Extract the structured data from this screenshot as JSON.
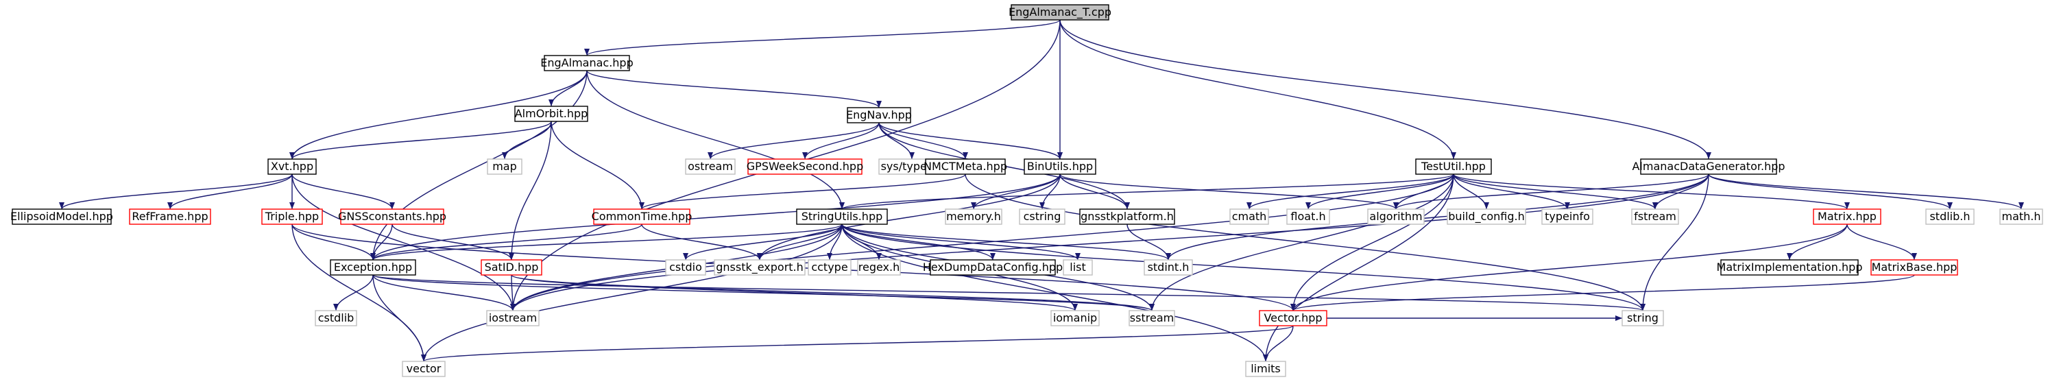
{
  "colors": {
    "edge": "#191970",
    "root_fill": "#bfbfbf",
    "normal_border": "#000000",
    "link_border": "#ff0000",
    "external_border": "#bfbfbf",
    "background": "#ffffff"
  },
  "nodes": {
    "engalmanac_t_cpp": {
      "label": "EngAlmanac_T.cpp",
      "kind": "root"
    },
    "engalmanac_hpp": {
      "label": "EngAlmanac.hpp",
      "kind": "normal"
    },
    "almorbit_hpp": {
      "label": "AlmOrbit.hpp",
      "kind": "normal"
    },
    "engnav_hpp": {
      "label": "EngNav.hpp",
      "kind": "normal"
    },
    "xvt_hpp": {
      "label": "Xvt.hpp",
      "kind": "normal"
    },
    "map": {
      "label": "map",
      "kind": "external"
    },
    "ostream": {
      "label": "ostream",
      "kind": "external"
    },
    "gpsweeksecond_hpp": {
      "label": "GPSWeekSecond.hpp",
      "kind": "link"
    },
    "sys_types_h": {
      "label": "sys/types.h",
      "kind": "external"
    },
    "nmctmeta_hpp": {
      "label": "NMCTMeta.hpp",
      "kind": "normal"
    },
    "binutils_hpp": {
      "label": "BinUtils.hpp",
      "kind": "normal"
    },
    "testutil_hpp": {
      "label": "TestUtil.hpp",
      "kind": "normal"
    },
    "almanacdatagenerator_hpp": {
      "label": "AlmanacDataGenerator.hpp",
      "kind": "normal"
    },
    "ellipsoidmodel_hpp": {
      "label": "EllipsoidModel.hpp",
      "kind": "normal"
    },
    "refframe_hpp": {
      "label": "RefFrame.hpp",
      "kind": "link"
    },
    "triple_hpp": {
      "label": "Triple.hpp",
      "kind": "link"
    },
    "gnssconstants_hpp": {
      "label": "GNSSconstants.hpp",
      "kind": "link"
    },
    "commontime_hpp": {
      "label": "CommonTime.hpp",
      "kind": "link"
    },
    "stringutils_hpp": {
      "label": "StringUtils.hpp",
      "kind": "normal"
    },
    "memory_h": {
      "label": "memory.h",
      "kind": "external"
    },
    "cstring": {
      "label": "cstring",
      "kind": "external"
    },
    "gnsstkplatform_h": {
      "label": "gnsstkplatform.h",
      "kind": "normal"
    },
    "cmath": {
      "label": "cmath",
      "kind": "external"
    },
    "float_h": {
      "label": "float.h",
      "kind": "external"
    },
    "algorithm": {
      "label": "algorithm",
      "kind": "external"
    },
    "build_config_h": {
      "label": "build_config.h",
      "kind": "external"
    },
    "typeinfo": {
      "label": "typeinfo",
      "kind": "external"
    },
    "fstream": {
      "label": "fstream",
      "kind": "external"
    },
    "matrix_hpp": {
      "label": "Matrix.hpp",
      "kind": "link"
    },
    "stdlib_h": {
      "label": "stdlib.h",
      "kind": "external"
    },
    "math_h": {
      "label": "math.h",
      "kind": "external"
    },
    "exception_hpp": {
      "label": "Exception.hpp",
      "kind": "normal"
    },
    "satid_hpp": {
      "label": "SatID.hpp",
      "kind": "link"
    },
    "cstdio": {
      "label": "cstdio",
      "kind": "external"
    },
    "gnsstk_export_h": {
      "label": "gnsstk_export.h",
      "kind": "external"
    },
    "cctype": {
      "label": "cctype",
      "kind": "external"
    },
    "regex_h": {
      "label": "regex.h",
      "kind": "external"
    },
    "hexdumpdataconfig_hpp": {
      "label": "HexDumpDataConfig.hpp",
      "kind": "normal"
    },
    "list": {
      "label": "list",
      "kind": "external"
    },
    "stdint_h": {
      "label": "stdint.h",
      "kind": "external"
    },
    "matriximplementation_hpp": {
      "label": "MatrixImplementation.hpp",
      "kind": "normal"
    },
    "matrixbase_hpp": {
      "label": "MatrixBase.hpp",
      "kind": "link"
    },
    "cstdlib": {
      "label": "cstdlib",
      "kind": "external"
    },
    "iostream": {
      "label": "iostream",
      "kind": "external"
    },
    "iomanip": {
      "label": "iomanip",
      "kind": "external"
    },
    "sstream": {
      "label": "sstream",
      "kind": "external"
    },
    "vector_hpp": {
      "label": "Vector.hpp",
      "kind": "link"
    },
    "string": {
      "label": "string",
      "kind": "external"
    },
    "vector": {
      "label": "vector",
      "kind": "external"
    },
    "limits": {
      "label": "limits",
      "kind": "external"
    }
  },
  "edges": [
    [
      "engalmanac_t_cpp",
      "engalmanac_hpp"
    ],
    [
      "engalmanac_t_cpp",
      "binutils_hpp"
    ],
    [
      "engalmanac_t_cpp",
      "testutil_hpp"
    ],
    [
      "engalmanac_t_cpp",
      "almanacdatagenerator_hpp"
    ],
    [
      "engalmanac_t_cpp",
      "iostream"
    ],
    [
      "engalmanac_hpp",
      "almorbit_hpp"
    ],
    [
      "engalmanac_hpp",
      "engnav_hpp"
    ],
    [
      "engalmanac_hpp",
      "xvt_hpp"
    ],
    [
      "engalmanac_hpp",
      "exception_hpp"
    ],
    [
      "engalmanac_hpp",
      "stringutils_hpp"
    ],
    [
      "almorbit_hpp",
      "xvt_hpp"
    ],
    [
      "almorbit_hpp",
      "map"
    ],
    [
      "almorbit_hpp",
      "commontime_hpp"
    ],
    [
      "almorbit_hpp",
      "satid_hpp"
    ],
    [
      "engnav_hpp",
      "ostream"
    ],
    [
      "engnav_hpp",
      "gpsweeksecond_hpp"
    ],
    [
      "engnav_hpp",
      "sys_types_h"
    ],
    [
      "engnav_hpp",
      "nmctmeta_hpp"
    ],
    [
      "engnav_hpp",
      "binutils_hpp"
    ],
    [
      "engnav_hpp",
      "gnsstkplatform_h"
    ],
    [
      "xvt_hpp",
      "ellipsoidmodel_hpp"
    ],
    [
      "xvt_hpp",
      "refframe_hpp"
    ],
    [
      "xvt_hpp",
      "triple_hpp"
    ],
    [
      "xvt_hpp",
      "gnssconstants_hpp"
    ],
    [
      "xvt_hpp",
      "iostream"
    ],
    [
      "nmctmeta_hpp",
      "commontime_hpp"
    ],
    [
      "nmctmeta_hpp",
      "string"
    ],
    [
      "binutils_hpp",
      "memory_h"
    ],
    [
      "binutils_hpp",
      "cstring"
    ],
    [
      "binutils_hpp",
      "gnsstkplatform_h"
    ],
    [
      "binutils_hpp",
      "algorithm"
    ],
    [
      "binutils_hpp",
      "exception_hpp"
    ],
    [
      "binutils_hpp",
      "gnsstk_export_h"
    ],
    [
      "testutil_hpp",
      "stringutils_hpp"
    ],
    [
      "testutil_hpp",
      "cmath"
    ],
    [
      "testutil_hpp",
      "float_h"
    ],
    [
      "testutil_hpp",
      "algorithm"
    ],
    [
      "testutil_hpp",
      "build_config_h"
    ],
    [
      "testutil_hpp",
      "typeinfo"
    ],
    [
      "testutil_hpp",
      "fstream"
    ],
    [
      "testutil_hpp",
      "matrix_hpp"
    ],
    [
      "testutil_hpp",
      "iostream"
    ],
    [
      "testutil_hpp",
      "sstream"
    ],
    [
      "testutil_hpp",
      "vector_hpp"
    ],
    [
      "testutil_hpp",
      "limits"
    ],
    [
      "almanacdatagenerator_hpp",
      "algorithm"
    ],
    [
      "almanacdatagenerator_hpp",
      "fstream"
    ],
    [
      "almanacdatagenerator_hpp",
      "stdlib_h"
    ],
    [
      "almanacdatagenerator_hpp",
      "math_h"
    ],
    [
      "almanacdatagenerator_hpp",
      "stdint_h"
    ],
    [
      "almanacdatagenerator_hpp",
      "iostream"
    ],
    [
      "almanacdatagenerator_hpp",
      "string"
    ],
    [
      "triple_hpp",
      "exception_hpp"
    ],
    [
      "triple_hpp",
      "vector"
    ],
    [
      "triple_hpp",
      "vector_hpp"
    ],
    [
      "gnssconstants_hpp",
      "exception_hpp"
    ],
    [
      "gnssconstants_hpp",
      "satid_hpp"
    ],
    [
      "commontime_hpp",
      "exception_hpp"
    ],
    [
      "commontime_hpp",
      "gnsstk_export_h"
    ],
    [
      "stringutils_hpp",
      "exception_hpp"
    ],
    [
      "stringutils_hpp",
      "cstdio"
    ],
    [
      "stringutils_hpp",
      "gnsstk_export_h"
    ],
    [
      "stringutils_hpp",
      "cctype"
    ],
    [
      "stringutils_hpp",
      "regex_h"
    ],
    [
      "stringutils_hpp",
      "hexdumpdataconfig_hpp"
    ],
    [
      "stringutils_hpp",
      "list"
    ],
    [
      "stringutils_hpp",
      "stdint_h"
    ],
    [
      "stringutils_hpp",
      "iostream"
    ],
    [
      "stringutils_hpp",
      "iomanip"
    ],
    [
      "stringutils_hpp",
      "sstream"
    ],
    [
      "stringutils_hpp",
      "string"
    ],
    [
      "stringutils_hpp",
      "limits"
    ],
    [
      "stringutils_hpp",
      "vector"
    ],
    [
      "gnsstkplatform_h",
      "stdint_h"
    ],
    [
      "matrix_hpp",
      "matriximplementation_hpp"
    ],
    [
      "matrix_hpp",
      "matrixbase_hpp"
    ],
    [
      "matrix_hpp",
      "vector_hpp"
    ],
    [
      "matrixbase_hpp",
      "vector_hpp"
    ],
    [
      "exception_hpp",
      "cstdlib"
    ],
    [
      "exception_hpp",
      "iostream"
    ],
    [
      "exception_hpp",
      "vector"
    ],
    [
      "exception_hpp",
      "string"
    ],
    [
      "exception_hpp",
      "sstream"
    ],
    [
      "satid_hpp",
      "iostream"
    ],
    [
      "satid_hpp",
      "iomanip"
    ],
    [
      "satid_hpp",
      "sstream"
    ],
    [
      "vector_hpp",
      "vector"
    ],
    [
      "vector_hpp",
      "limits"
    ],
    [
      "vector_hpp",
      "string"
    ]
  ]
}
